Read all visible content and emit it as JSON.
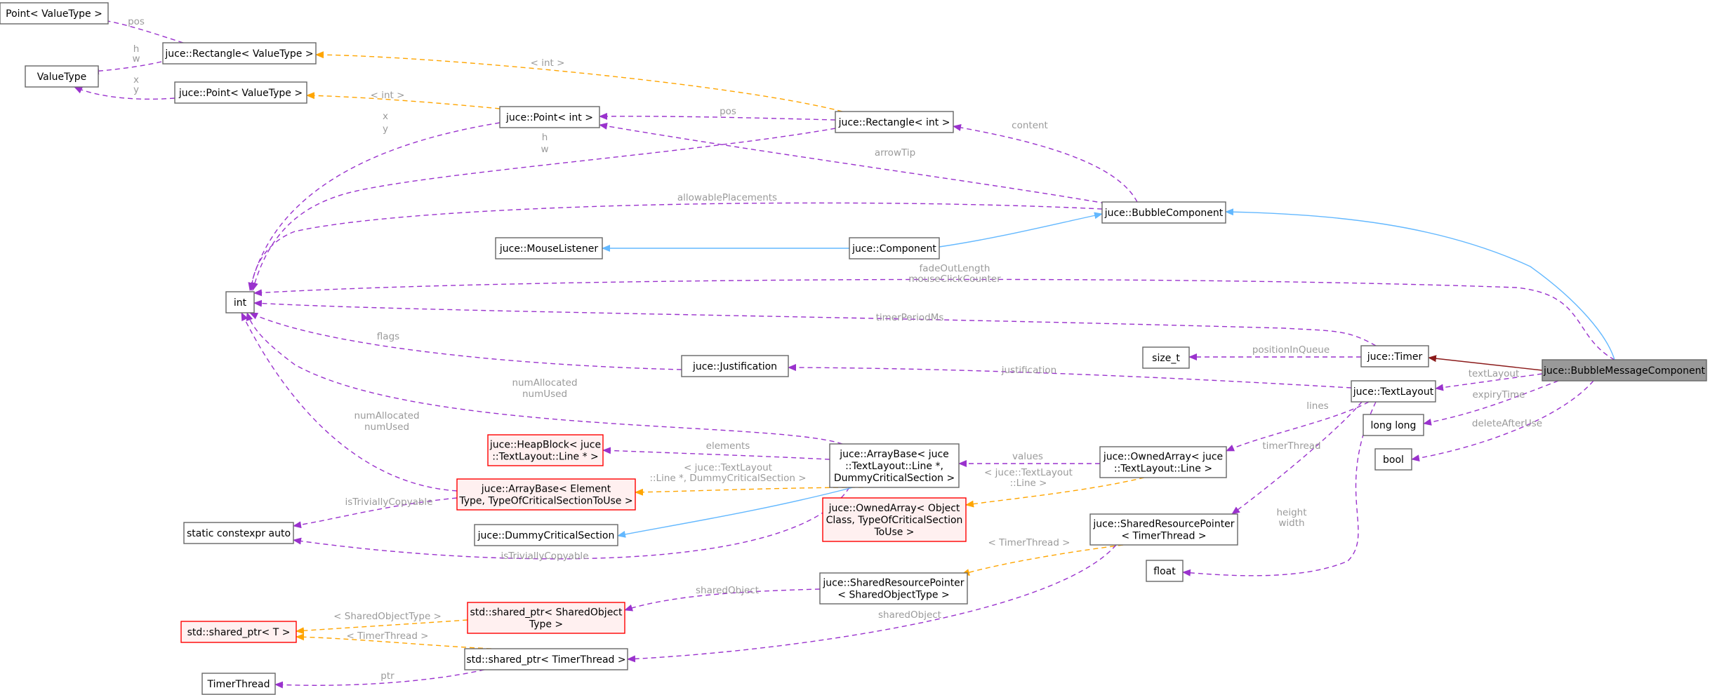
{
  "diagram": {
    "colors": {
      "member": "#9a32cd",
      "template": "#ffa500",
      "inherit": "#63b8ff",
      "private_inherit": "#8b1a1a",
      "label": "#9a9a9a",
      "node_border": "#666666",
      "red_border": "#ff0000",
      "focus_fill": "#999999"
    },
    "nodes": {
      "point_valuetype": [
        "Point< ValueType >"
      ],
      "rect_valuetype": [
        "juce::Rectangle< ValueType >"
      ],
      "valuetype": [
        "ValueType"
      ],
      "juce_point_valuetype": [
        "juce::Point< ValueType >"
      ],
      "point_int": [
        "juce::Point< int >"
      ],
      "rect_int": [
        "juce::Rectangle< int >"
      ],
      "int": [
        "int"
      ],
      "mouselistener": [
        "juce::MouseListener"
      ],
      "component": [
        "juce::Component"
      ],
      "bubble": [
        "juce::BubbleComponent"
      ],
      "timer": [
        "juce::Timer"
      ],
      "size_t": [
        "size_t"
      ],
      "justification": [
        "juce::Justification"
      ],
      "textlayout": [
        "juce::TextLayout"
      ],
      "bubblemsg": [
        "juce::BubbleMessageComponent"
      ],
      "longlong": [
        "long long"
      ],
      "bool": [
        "bool"
      ],
      "heapblock": [
        "juce::HeapBlock< juce",
        "::TextLayout::Line * >"
      ],
      "arraybase_elem": [
        "juce::ArrayBase< Element",
        "Type, TypeOfCriticalSectionToUse >"
      ],
      "arraybase_juce": [
        "juce::ArrayBase< juce",
        "::TextLayout::Line *,",
        "DummyCriticalSection >"
      ],
      "ownedarray_juce": [
        "juce::OwnedArray< juce",
        "::TextLayout::Line >"
      ],
      "ownedarray_obj": [
        "juce::OwnedArray< Object",
        "Class, TypeOfCriticalSection",
        "ToUse >"
      ],
      "static_auto": [
        "static constexpr auto"
      ],
      "dummycs": [
        "juce::DummyCriticalSection"
      ],
      "srp_timer": [
        "juce::SharedResourcePointer",
        "< TimerThread >"
      ],
      "float": [
        "float"
      ],
      "srp_shared": [
        "juce::SharedResourcePointer",
        "< SharedObjectType >"
      ],
      "sp_sharedobj": [
        "std::shared_ptr< SharedObject",
        "Type >"
      ],
      "sp_t": [
        "std::shared_ptr< T >"
      ],
      "sp_timerthread": [
        "std::shared_ptr< TimerThread >"
      ],
      "timerthread": [
        "TimerThread"
      ]
    },
    "edge_labels": {
      "pos_top": [
        "pos"
      ],
      "hw_top": [
        "h",
        "w"
      ],
      "xy_top": [
        "x",
        "y"
      ],
      "int_rect": [
        "< int >"
      ],
      "int_point": [
        "< int >"
      ],
      "pos_mid": [
        "pos"
      ],
      "xy_mid": [
        "x",
        "y"
      ],
      "hw_mid": [
        "h",
        "w"
      ],
      "content": [
        "content"
      ],
      "arrowtip": [
        "arrowTip"
      ],
      "allowable": [
        "allowablePlacements"
      ],
      "fadeout": [
        "fadeOutLength",
        "mouseClickCounter"
      ],
      "timerperiod": [
        "timerPeriodMs"
      ],
      "flags": [
        "flags"
      ],
      "positioninqueue": [
        "positionInQueue"
      ],
      "justification": [
        "justification"
      ],
      "textlayout": [
        "textLayout"
      ],
      "expirytime": [
        "expiryTime"
      ],
      "deleteafteruse": [
        "deleteAfterUse"
      ],
      "lines": [
        "lines"
      ],
      "numalloc_mid": [
        "numAllocated",
        "numUsed"
      ],
      "numalloc_left": [
        "numAllocated",
        "numUsed"
      ],
      "elements": [
        "elements"
      ],
      "values": [
        "values"
      ],
      "textlayout_tmpl": [
        "< juce::TextLayout",
        "::Line *, DummyCriticalSection >"
      ],
      "textlayout_line_tmpl": [
        "< juce::TextLayout",
        "::Line >"
      ],
      "triviallycopyable_top": [
        "isTriviallyCopyable"
      ],
      "triviallycopyable_bottom": [
        "isTriviallyCopyable"
      ],
      "timerthread_lbl": [
        "timerThread"
      ],
      "heightwidth": [
        "height",
        "width"
      ],
      "timerthread_tmpl": [
        "< TimerThread >"
      ],
      "sharedobject_mid": [
        "sharedObject"
      ],
      "sharedobject_bottom": [
        "sharedObject"
      ],
      "sharedobjecttype_tmpl": [
        "< SharedObjectType >"
      ],
      "timerthread_tmpl2": [
        "< TimerThread >"
      ],
      "ptr": [
        "ptr"
      ]
    }
  }
}
